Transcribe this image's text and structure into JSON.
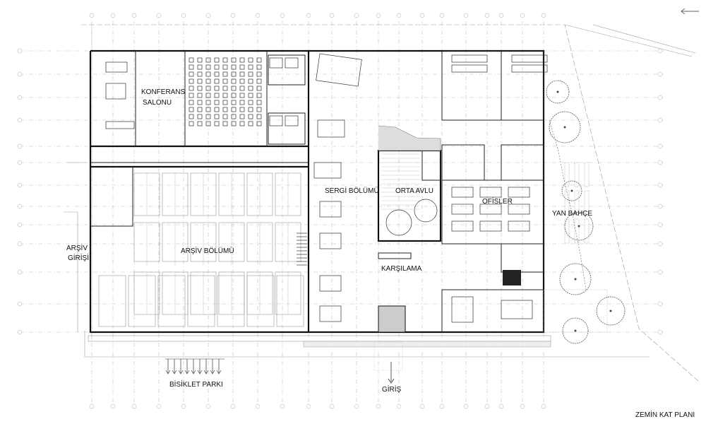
{
  "plan": {
    "title": "ZEMİN KAT PLANI",
    "rooms": {
      "konferans_line1": "KONFERANS",
      "konferans_line2": "SALONU",
      "sergi": "SERGİ BÖLÜMÜ",
      "orta_avlu": "ORTA AVLU",
      "ofisler": "OFİSLER",
      "yan_bahce": "YAN BAHÇE",
      "arsiv_bolumu": "ARŞİV BÖLÜMÜ",
      "arsiv_girisi_line1": "ARŞİV",
      "arsiv_girisi_line2": "GİRİŞİ",
      "karsilama": "KARŞILAMA",
      "bisiklet_parki": "BİSİKLET PARKI",
      "giris": "GİRİŞ"
    },
    "icons": [
      "north-arrow-icon",
      "bicycle-rack-icon",
      "entrance-arrow-icon",
      "tree-icon"
    ]
  }
}
